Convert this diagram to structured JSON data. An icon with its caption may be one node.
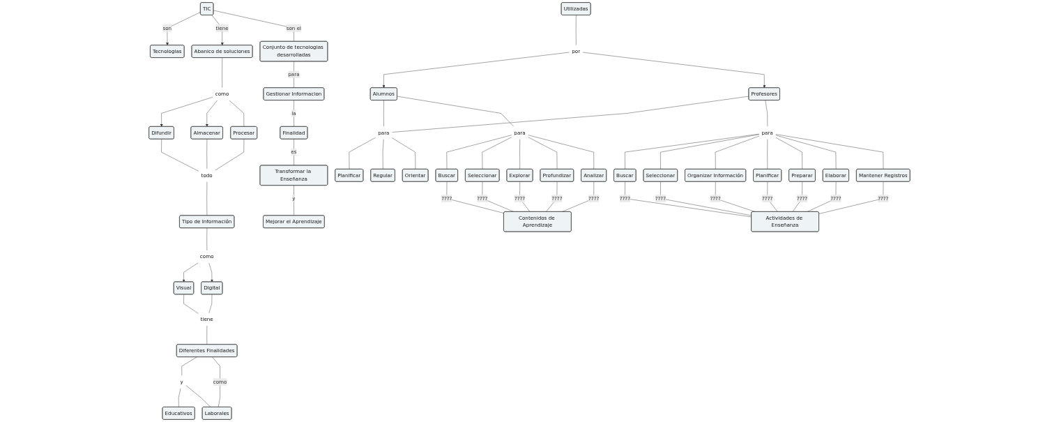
{
  "diagram": {
    "nodes": [
      {
        "text": [
          "Tecnologias"
        ]
      },
      {
        "text": [
          "TIC"
        ]
      },
      {
        "text": [
          "Abanico de soluciones"
        ]
      },
      {
        "text": [
          "Utilizadas"
        ]
      },
      {
        "text": [
          "Conjunto de tecnologias desarrolladas"
        ]
      },
      {
        "text": [
          "Difundir"
        ]
      },
      {
        "text": [
          "Almacenar"
        ]
      },
      {
        "text": [
          "Procesar"
        ]
      },
      {
        "text": [
          "Alumnos"
        ]
      },
      {
        "text": [
          "Profesores"
        ]
      },
      {
        "text": [
          "Gestionar Informacion"
        ]
      },
      {
        "text": [
          "Tipo de Información"
        ]
      },
      {
        "text": [
          "Planificar"
        ]
      },
      {
        "text": [
          "Regular"
        ]
      },
      {
        "text": [
          "Orientar"
        ]
      },
      {
        "text": [
          "Visual"
        ]
      },
      {
        "text": [
          "Digital"
        ]
      },
      {
        "text": [
          "Finalidad"
        ]
      },
      {
        "text": [
          "Buscar"
        ]
      },
      {
        "text": [
          "Seleccionar"
        ]
      },
      {
        "text": [
          "Explorar"
        ]
      },
      {
        "text": [
          "Profundizar"
        ]
      },
      {
        "text": [
          "Analizar"
        ]
      },
      {
        "text": [
          "Transformar la Enseñanza"
        ]
      },
      {
        "text": [
          "Diferentes Finalidades"
        ]
      },
      {
        "text": [
          "Educativos"
        ]
      },
      {
        "text": [
          "Laborales"
        ]
      },
      {
        "text": [
          "Mejorar el Aprendizaje"
        ]
      },
      {
        "text": [
          "Contenidos de Aprendizaje"
        ]
      },
      {
        "text": [
          "Buscar"
        ]
      },
      {
        "text": [
          "Seleccionar"
        ]
      },
      {
        "text": [
          "Organizar Información"
        ]
      },
      {
        "text": [
          "Planificar"
        ]
      },
      {
        "text": [
          "Preparar"
        ]
      },
      {
        "text": [
          "Elaborar"
        ]
      },
      {
        "text": [
          "Mantener Registros"
        ]
      },
      {
        "text": [
          "Actividades de Enseñanza"
        ]
      },
      {
        "text": [
          "como"
        ]
      },
      {
        "text": [
          "todo"
        ]
      },
      {
        "text": [
          "por"
        ]
      },
      {
        "text": [
          "para"
        ]
      },
      {
        "text": [
          "para"
        ]
      },
      {
        "text": [
          "para"
        ]
      },
      {
        "text": [
          "como"
        ]
      },
      {
        "text": [
          "tiene"
        ]
      },
      {
        "text": [
          "y"
        ]
      }
    ],
    "edges": [
      {
        "from": 1,
        "to": 0,
        "arrow": "to",
        "label": "son"
      },
      {
        "from": 1,
        "to": 2,
        "arrow": "to",
        "label": "tiene"
      },
      {
        "from": 1,
        "to": 4,
        "arrow": "none",
        "label": "son el"
      },
      {
        "from": 4,
        "to": 10,
        "arrow": "none",
        "label": "para"
      },
      {
        "from": 10,
        "to": 17,
        "arrow": "none",
        "label": "la"
      },
      {
        "from": 17,
        "to": 23,
        "arrow": "none",
        "label": "es"
      },
      {
        "from": 23,
        "to": 27,
        "arrow": "none",
        "label": "y"
      },
      {
        "from": 2,
        "to": 37,
        "arrow": "none"
      },
      {
        "from": 37,
        "to": 5,
        "arrow": "to"
      },
      {
        "from": 37,
        "to": 6,
        "arrow": "to"
      },
      {
        "from": 37,
        "to": 7,
        "arrow": "none"
      },
      {
        "from": 5,
        "to": 38,
        "arrow": "none"
      },
      {
        "from": 7,
        "to": 38,
        "arrow": "none"
      },
      {
        "from": 6,
        "to": 38,
        "arrow": "none"
      },
      {
        "from": 38,
        "to": 11,
        "arrow": "none"
      },
      {
        "from": 3,
        "to": 39,
        "arrow": "none"
      },
      {
        "from": 39,
        "to": 8,
        "arrow": "to"
      },
      {
        "from": 39,
        "to": 9,
        "arrow": "to"
      },
      {
        "from": 8,
        "to": 40,
        "arrow": "none"
      },
      {
        "from": 9,
        "to": 40,
        "arrow": "none"
      },
      {
        "from": 40,
        "to": 12,
        "arrow": "none"
      },
      {
        "from": 40,
        "to": 13,
        "arrow": "none"
      },
      {
        "from": 40,
        "to": 14,
        "arrow": "none"
      },
      {
        "from": 8,
        "to": 41,
        "arrow": "none"
      },
      {
        "from": 41,
        "to": 18,
        "arrow": "none"
      },
      {
        "from": 41,
        "to": 19,
        "arrow": "none"
      },
      {
        "from": 41,
        "to": 20,
        "arrow": "none"
      },
      {
        "from": 41,
        "to": 21,
        "arrow": "none"
      },
      {
        "from": 41,
        "to": 22,
        "arrow": "none"
      },
      {
        "from": 9,
        "to": 42,
        "arrow": "none"
      },
      {
        "from": 42,
        "to": 29,
        "arrow": "none"
      },
      {
        "from": 42,
        "to": 30,
        "arrow": "none"
      },
      {
        "from": 42,
        "to": 31,
        "arrow": "none"
      },
      {
        "from": 42,
        "to": 32,
        "arrow": "none"
      },
      {
        "from": 42,
        "to": 33,
        "arrow": "none"
      },
      {
        "from": 42,
        "to": 34,
        "arrow": "none"
      },
      {
        "from": 42,
        "to": 35,
        "arrow": "none"
      },
      {
        "from": 11,
        "to": 43,
        "arrow": "none"
      },
      {
        "from": 43,
        "to": 15,
        "arrow": "to"
      },
      {
        "from": 43,
        "to": 16,
        "arrow": "to"
      },
      {
        "from": 15,
        "to": 44,
        "arrow": "none"
      },
      {
        "from": 16,
        "to": 44,
        "arrow": "none"
      },
      {
        "from": 44,
        "to": 24,
        "arrow": "none"
      },
      {
        "from": 24,
        "to": 45,
        "arrow": "none"
      },
      {
        "from": 45,
        "to": 25,
        "arrow": "none"
      },
      {
        "from": 45,
        "to": 26,
        "arrow": "none"
      },
      {
        "from": 24,
        "to": 26,
        "arrow": "none",
        "label": "como"
      },
      {
        "from": 18,
        "to": 28,
        "arrow": "none",
        "label": "????"
      },
      {
        "from": 19,
        "to": 28,
        "arrow": "none",
        "label": "????"
      },
      {
        "from": 20,
        "to": 28,
        "arrow": "none",
        "label": "????"
      },
      {
        "from": 21,
        "to": 28,
        "arrow": "none",
        "label": "????"
      },
      {
        "from": 22,
        "to": 28,
        "arrow": "none",
        "label": "????"
      },
      {
        "from": 29,
        "to": 36,
        "arrow": "none",
        "label": "????"
      },
      {
        "from": 30,
        "to": 36,
        "arrow": "none",
        "label": "????"
      },
      {
        "from": 31,
        "to": 36,
        "arrow": "none",
        "label": "????"
      },
      {
        "from": 32,
        "to": 36,
        "arrow": "none",
        "label": "????"
      },
      {
        "from": 33,
        "to": 36,
        "arrow": "none",
        "label": "????"
      },
      {
        "from": 34,
        "to": 36,
        "arrow": "none",
        "label": "????"
      },
      {
        "from": 35,
        "to": 36,
        "arrow": "none",
        "label": "????"
      }
    ]
  }
}
